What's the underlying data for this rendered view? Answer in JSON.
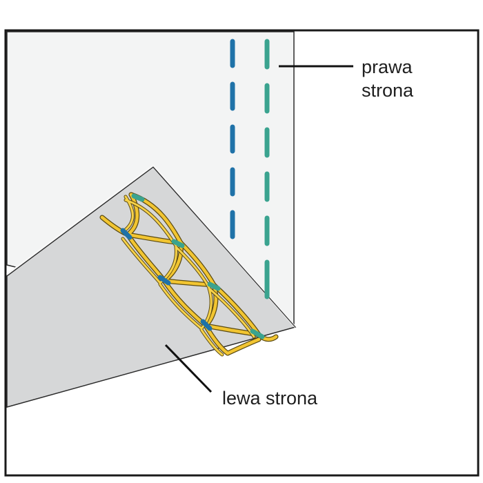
{
  "labels": {
    "right_side_line1": "prawa",
    "right_side_line2": "strona",
    "wrong_side": "lewa strona"
  },
  "colors": {
    "frame_border": "#1a1a1a",
    "right_side_panel": "#f3f4f4",
    "wrong_side_panel": "#d6d7d8",
    "seam_blue": "#1f72a8",
    "seam_teal": "#3aa38f",
    "yarn_yellow": "#f2c531",
    "yarn_outline": "#5a4a12"
  }
}
